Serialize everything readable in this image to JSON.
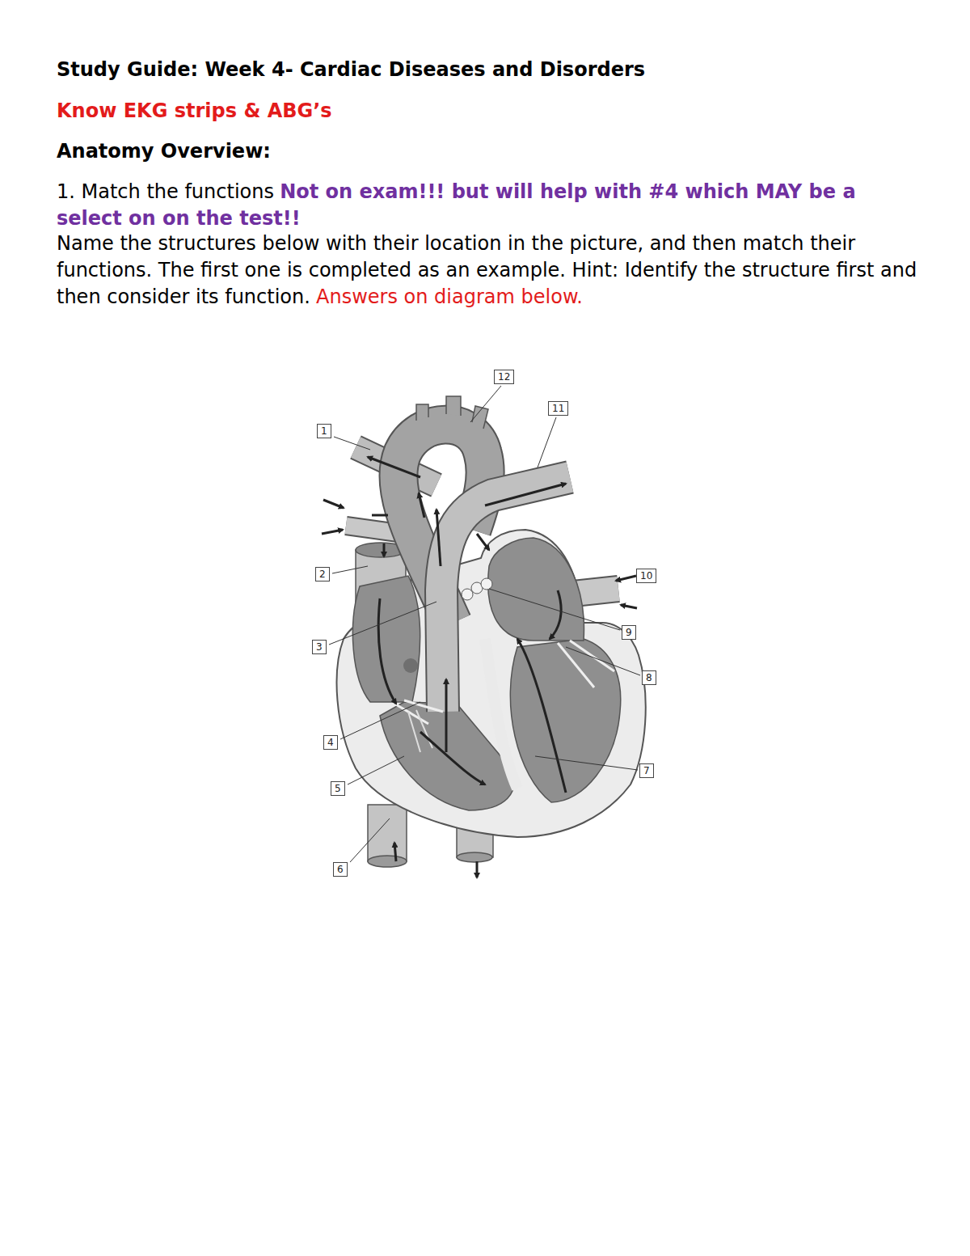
{
  "diagram": {
    "title": "Study Guide: Week 4- Cardiac Diseases and Disorders",
    "nodes": [
      {
        "text": [
          "1"
        ]
      },
      {
        "text": [
          "2"
        ]
      },
      {
        "text": [
          "3"
        ]
      },
      {
        "text": [
          "4"
        ]
      },
      {
        "text": [
          "5"
        ]
      },
      {
        "text": [
          "6"
        ]
      },
      {
        "text": [
          "7"
        ]
      },
      {
        "text": [
          "8"
        ]
      },
      {
        "text": [
          "9"
        ]
      },
      {
        "text": [
          "10"
        ]
      },
      {
        "text": [
          "11"
        ]
      },
      {
        "text": [
          "12"
        ]
      }
    ],
    "labels": [
      "Know EKG strips & ABG’s",
      "Anatomy Overview:",
      "1. Match the functions",
      "Not on exam!!! but will help with #4 which MAY be a select on on the test!!",
      "Name the structures below with their location in the picture, and then match their functions. The first one is completed as an example. Hint: Identify the structure first and then consider its function.",
      "Answers on diagram below."
    ]
  }
}
